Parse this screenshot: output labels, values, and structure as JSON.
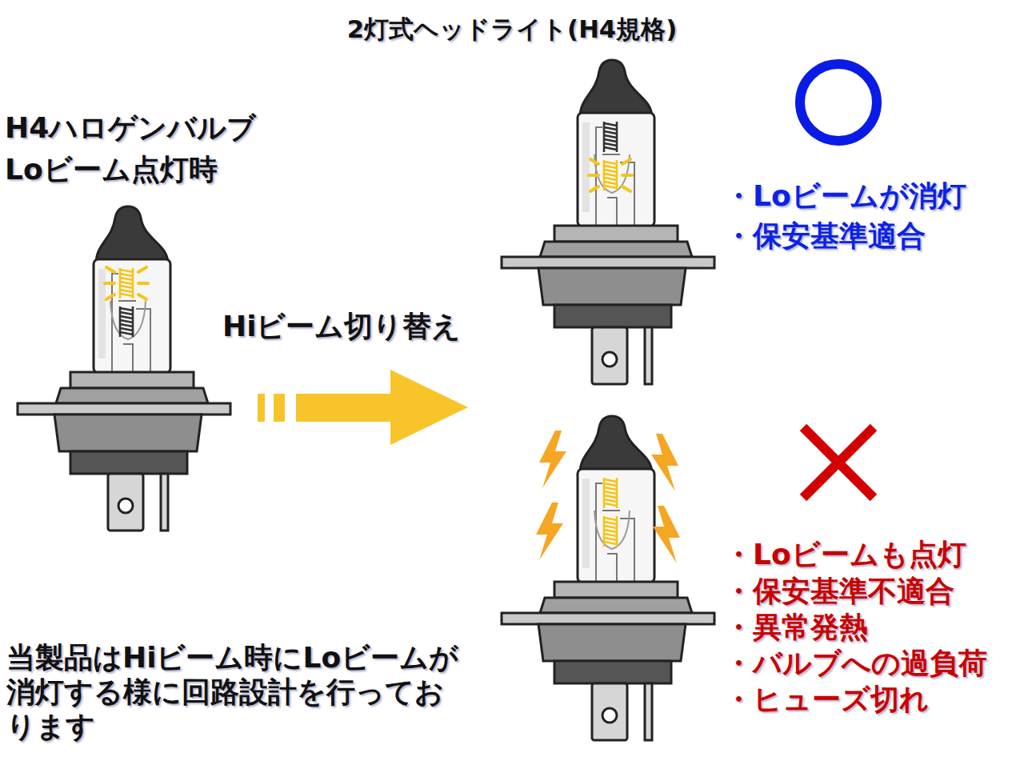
{
  "diagram": {
    "title": "2灯式ヘッドライト(H4規格)",
    "labels": [
      "H4ハロゲンバルブ Loビーム点灯時",
      "Hiビーム切り替え",
      "・Loビームが消灯",
      "・保安基準適合",
      "・Loビームも点灯",
      "・保安基準不適合",
      "・異常発熱",
      "・バルブへの過負荷",
      "・ヒューズ切れ",
      "当製品はHiビーム時にLoビームが消灯する様に回路設計を行っております"
    ]
  }
}
